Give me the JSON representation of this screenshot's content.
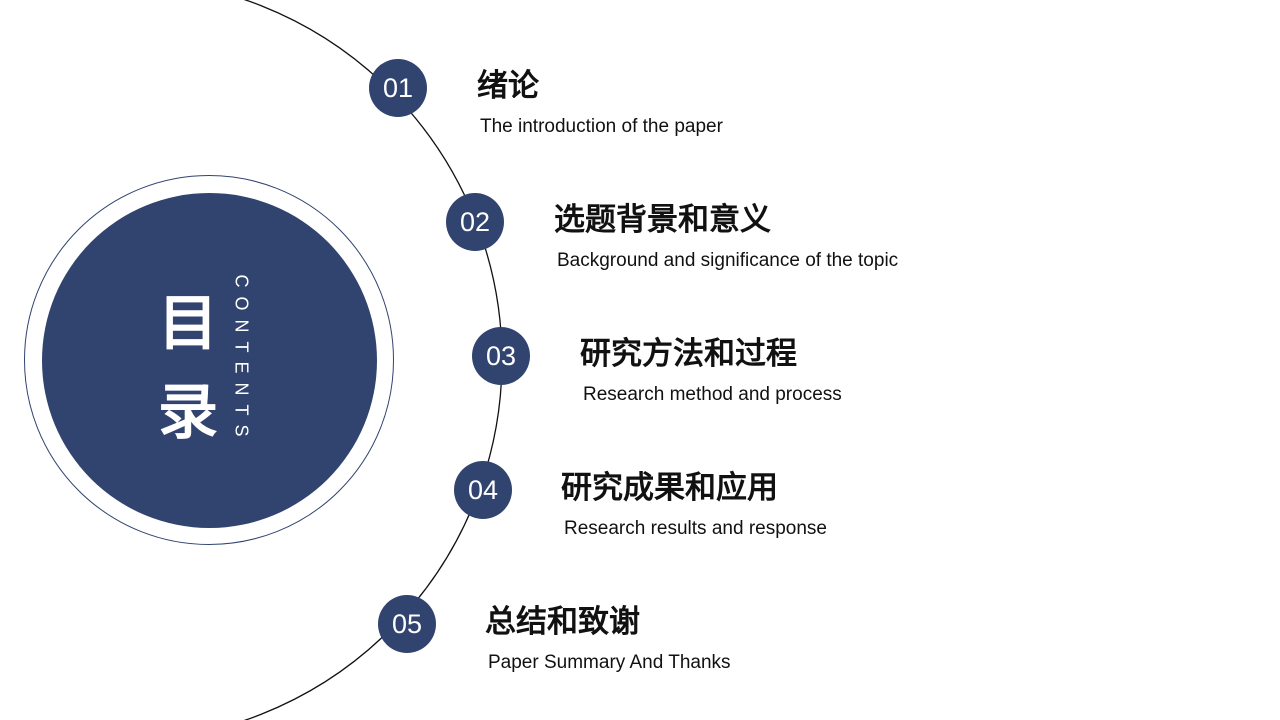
{
  "heading": {
    "title_chars": [
      "目",
      "录"
    ],
    "subtitle": "CONTENTS"
  },
  "colors": {
    "accent": "#31436f"
  },
  "items": [
    {
      "number": "01",
      "title": "绪论",
      "subtitle": "The introduction of the paper"
    },
    {
      "number": "02",
      "title": "选题背景和意义",
      "subtitle": "Background and significance of the topic"
    },
    {
      "number": "03",
      "title": "研究方法和过程",
      "subtitle": "Research method and process"
    },
    {
      "number": "04",
      "title": "研究成果和应用",
      "subtitle": "Research results and response"
    },
    {
      "number": "05",
      "title": "总结和致谢",
      "subtitle": "Paper Summary And Thanks"
    }
  ]
}
